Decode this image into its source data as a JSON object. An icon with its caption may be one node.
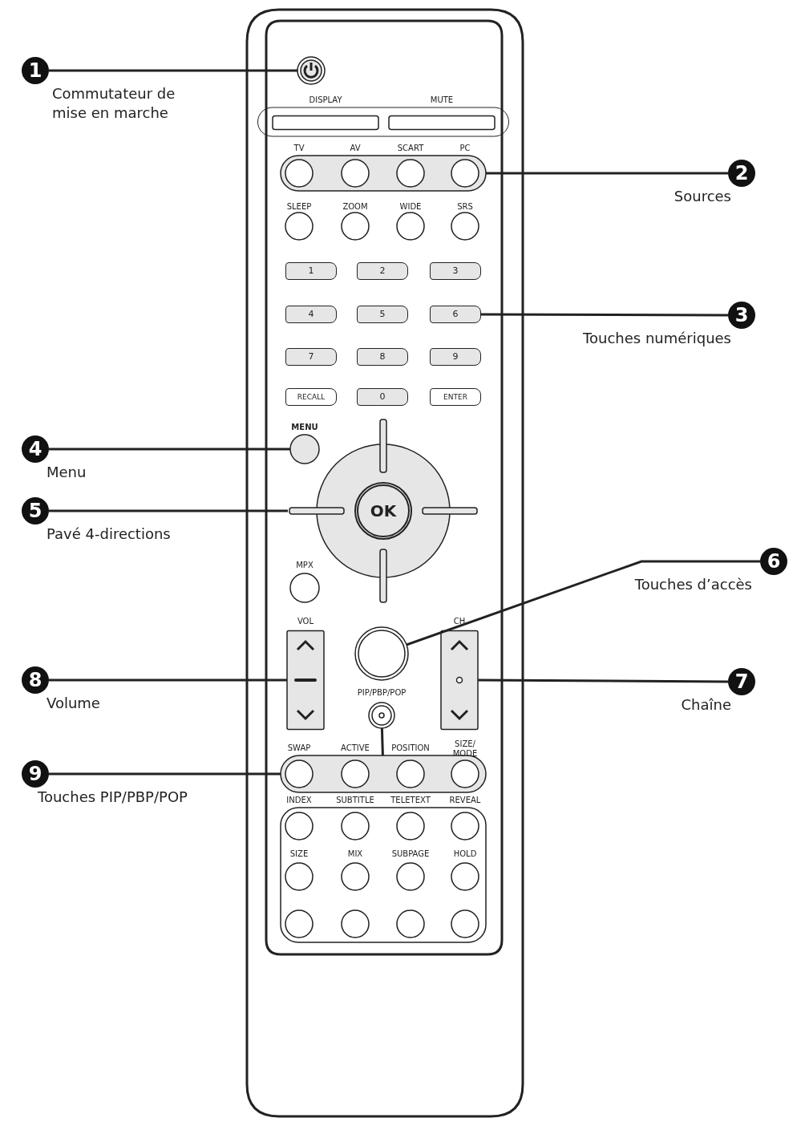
{
  "diagram": {
    "nodes": [
      {
        "text": [
          "1",
          "Commutateur de mise en marche"
        ]
      },
      {
        "text": [],
        "shape": "circle"
      },
      {
        "text": [],
        "shape": "box"
      },
      {
        "text": [],
        "shape": "box",
        "in": 2,
        "beside": [
          "DISPLAY"
        ]
      },
      {
        "text": [],
        "shape": "box",
        "in": 2,
        "beside": [
          "MUTE"
        ]
      },
      {
        "text": [
          "2",
          "Sources"
        ]
      },
      {
        "text": [],
        "shape": "box"
      },
      {
        "text": [],
        "shape": "circle",
        "in": 6,
        "beside": [
          "TV"
        ]
      },
      {
        "text": [],
        "shape": "circle",
        "in": 6,
        "beside": [
          "AV"
        ]
      },
      {
        "text": [],
        "shape": "circle",
        "in": 6,
        "beside": [
          "SCART"
        ]
      },
      {
        "text": [],
        "shape": "circle",
        "in": 6,
        "beside": [
          "PC"
        ]
      },
      {
        "text": [],
        "shape": "circle",
        "beside": [
          "SLEEP"
        ]
      },
      {
        "text": [],
        "shape": "circle",
        "beside": [
          "ZOOM"
        ]
      },
      {
        "text": [],
        "shape": "circle",
        "beside": [
          "WIDE"
        ]
      },
      {
        "text": [],
        "shape": "circle",
        "beside": [
          "SRS"
        ]
      },
      {
        "text": [
          "3",
          "Touches numériques"
        ]
      },
      {
        "text": [
          "1"
        ]
      },
      {
        "text": [
          "2"
        ]
      },
      {
        "text": [
          "3"
        ]
      },
      {
        "text": [
          "4"
        ]
      },
      {
        "text": [
          "5"
        ]
      },
      {
        "text": [
          "6"
        ]
      },
      {
        "text": [
          "7"
        ]
      },
      {
        "text": [
          "8"
        ]
      },
      {
        "text": [
          "9"
        ]
      },
      {
        "text": [
          "RECALL"
        ]
      },
      {
        "text": [
          "0"
        ]
      },
      {
        "text": [
          "ENTER"
        ]
      },
      {
        "text": [
          "4",
          "Menu"
        ]
      },
      {
        "text": [],
        "shape": "circle",
        "beside": [
          "MENU"
        ]
      },
      {
        "text": [
          "5",
          "Pavé 4-directions"
        ]
      },
      {
        "text": [
          "OK"
        ]
      },
      {
        "text": [],
        "shape": "circle",
        "beside": [
          "MPX"
        ]
      },
      {
        "text": [
          "6",
          "Touches d’accès"
        ]
      },
      {
        "text": [],
        "shape": "circle"
      },
      {
        "text": [],
        "shape": "bar",
        "beside": [
          "VOL"
        ]
      },
      {
        "text": [
          "7",
          "Chaîne"
        ]
      },
      {
        "text": [],
        "shape": "bar",
        "beside": [
          "CH"
        ]
      },
      {
        "text": [
          "8",
          "Volume"
        ]
      },
      {
        "text": [],
        "shape": "circle",
        "beside": [
          "PIP/PBP/POP"
        ]
      },
      {
        "text": [
          "9",
          "Touches PIP/PBP/POP"
        ]
      },
      {
        "text": [],
        "shape": "box"
      },
      {
        "text": [],
        "shape": "circle",
        "in": 41,
        "beside": [
          "SWAP"
        ]
      },
      {
        "text": [],
        "shape": "circle",
        "in": 41,
        "beside": [
          "ACTIVE"
        ]
      },
      {
        "text": [],
        "shape": "circle",
        "in": 41,
        "beside": [
          "POSITION"
        ]
      },
      {
        "text": [],
        "shape": "circle",
        "in": 41,
        "beside": [
          "SIZE/ MODE"
        ]
      },
      {
        "text": [],
        "shape": "box"
      },
      {
        "text": [],
        "shape": "circle",
        "in": 46,
        "beside": [
          "INDEX"
        ]
      },
      {
        "text": [],
        "shape": "circle",
        "in": 46,
        "beside": [
          "SUBTITLE"
        ]
      },
      {
        "text": [],
        "shape": "circle",
        "in": 46,
        "beside": [
          "TELETEXT"
        ]
      },
      {
        "text": [],
        "shape": "circle",
        "in": 46,
        "beside": [
          "REVEAL"
        ]
      },
      {
        "text": [],
        "shape": "circle",
        "in": 46,
        "beside": [
          "SIZE"
        ]
      },
      {
        "text": [],
        "shape": "circle",
        "in": 46,
        "beside": [
          "MIX"
        ]
      },
      {
        "text": [],
        "shape": "circle",
        "in": 46,
        "beside": [
          "SUBPAGE"
        ]
      },
      {
        "text": [],
        "shape": "circle",
        "in": 46,
        "beside": [
          "HOLD"
        ]
      },
      {
        "text": [],
        "shape": "circle",
        "in": 46
      },
      {
        "text": [],
        "shape": "circle",
        "in": 46
      },
      {
        "text": [],
        "shape": "circle",
        "in": 46
      },
      {
        "text": [],
        "shape": "circle",
        "in": 46
      }
    ],
    "edges": [
      {
        "from": 0,
        "to": 1,
        "arrow": "none"
      },
      {
        "from": 5,
        "to": 6,
        "arrow": "none"
      },
      {
        "from": 15,
        "to": 21,
        "arrow": "none"
      },
      {
        "from": 28,
        "to": 29,
        "arrow": "none"
      },
      {
        "from": 30,
        "to": 31,
        "arrow": "none"
      },
      {
        "from": 33,
        "to": 34,
        "arrow": "none"
      },
      {
        "from": 36,
        "to": 37,
        "arrow": "none"
      },
      {
        "from": 38,
        "to": 35,
        "arrow": "none"
      },
      {
        "from": 40,
        "to": 41,
        "arrow": "none"
      },
      {
        "from": 39,
        "to": 41,
        "arrow": "none"
      }
    ]
  }
}
